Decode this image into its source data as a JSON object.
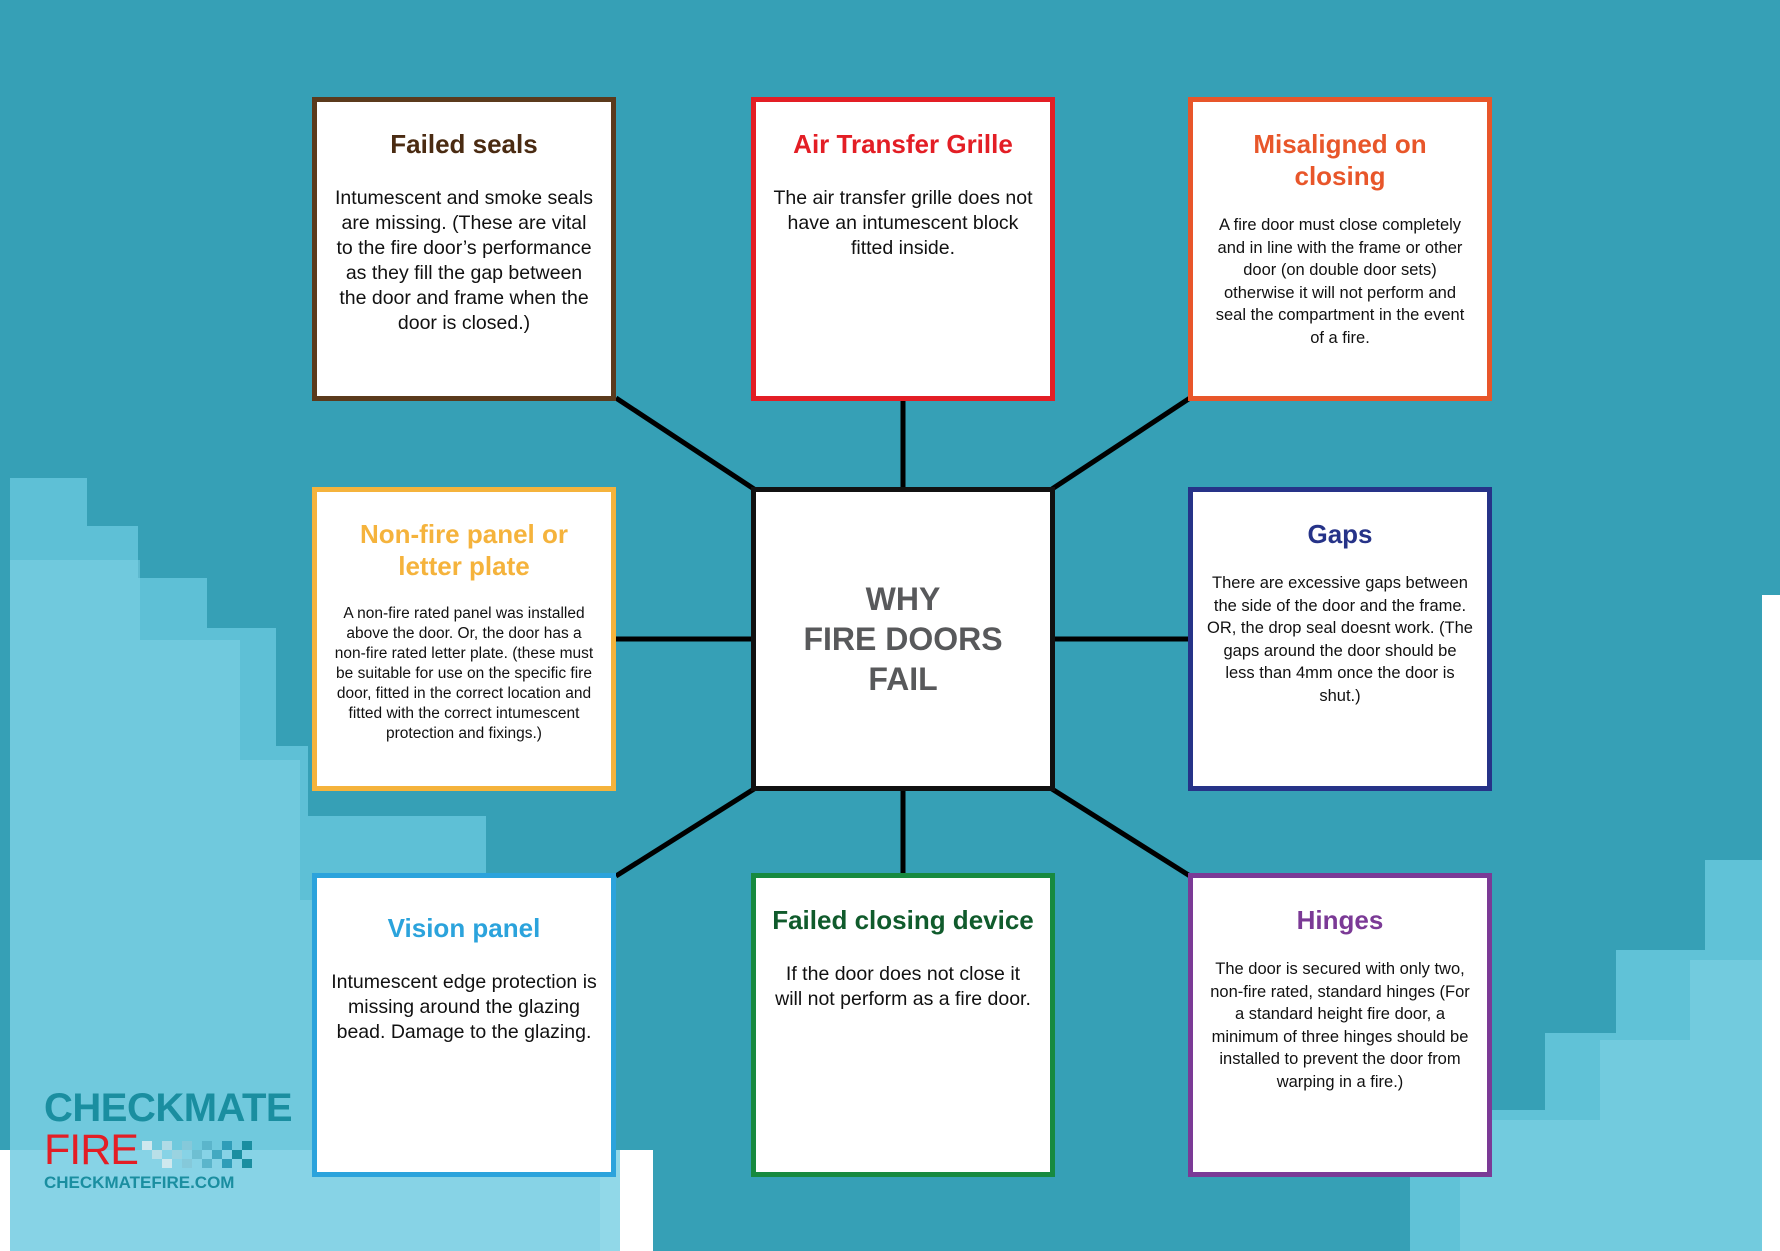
{
  "center": {
    "line1": "WHY",
    "line2": "FIRE DOORS",
    "line3": "FAIL"
  },
  "cards": {
    "seals": {
      "title": "Failed seals",
      "body": "Intumescent and smoke seals are missing. (These are vital to the fire door’s performance as they fill the gap between the door and frame when the door is closed.)",
      "color": "#5b3a1c"
    },
    "grille": {
      "title": "Air Transfer Grille",
      "body": "The air transfer grille does not have an intumescent block fitted inside.",
      "color": "#e31e25"
    },
    "misaligned": {
      "title": "Misaligned on closing",
      "body": "A fire door must close completely and in line with the frame or other door (on double door sets) otherwise it will not perform and seal the compartment in the event of a fire.",
      "color": "#e8562a"
    },
    "panel": {
      "title": "Non-fire panel or letter plate",
      "body": "A non-fire rated panel was installed above the door. Or, the door has a non-fire rated letter plate. (these must be suitable for use on the specific fire door, fitted in the correct location and fitted with the correct intumescent protection and fixings.)",
      "color": "#f5b33c"
    },
    "gaps": {
      "title": "Gaps",
      "body": "There are excessive gaps between the side of the door and the frame. OR, the drop seal doesnt work. (The gaps around the door should be less than 4mm once the door is shut.)",
      "color": "#263388"
    },
    "vision": {
      "title": "Vision panel",
      "body": "Intumescent edge protection is missing around the glazing bead. Damage to the glazing.",
      "color": "#2ba3dc"
    },
    "closing": {
      "title": "Failed closing device",
      "body": "If the door does not close it will not perform as a fire door.",
      "color": "#178a3f"
    },
    "hinges": {
      "title": "Hinges",
      "body": "The door is secured with only two, non-fire rated, standard hinges (For a standard height fire door, a minimum of three hinges should be installed to prevent the door from warping in a fire.)",
      "color": "#7b3a96"
    }
  },
  "logo": {
    "line1": "CHECKMATE",
    "line2": "FIRE",
    "url": "CHECKMATEFIRE.COM",
    "teal": "#1a8ea0",
    "red": "#e31e25"
  },
  "colors": {
    "background_dark": "#36a0b6",
    "background_light": "#6ccbe0",
    "connector": "#000000"
  }
}
